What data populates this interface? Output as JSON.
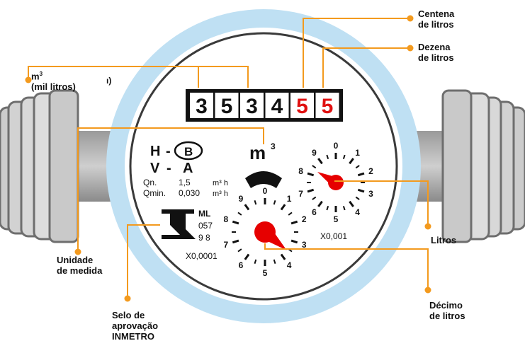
{
  "odometer": {
    "digits": [
      "3",
      "5",
      "3",
      "4",
      "5",
      "5"
    ],
    "black_digit_color": "#111111",
    "red_digit_color": "#e01010"
  },
  "labels": {
    "centena": [
      "Centena",
      "de litros"
    ],
    "dezena": [
      "Dezena",
      "de litros"
    ],
    "mil": [
      "m",
      "(mil litros)"
    ],
    "unidade": [
      "Unidade",
      "de medida"
    ],
    "selo": [
      "Selo de",
      "aprovação",
      "INMETRO"
    ],
    "litros": [
      "Litros"
    ],
    "decimo": [
      "Décimo",
      "de litros"
    ]
  },
  "face": {
    "class_h": "H",
    "class_b": "B",
    "class_v": "V",
    "class_a": "A",
    "qn_label": "Qn.",
    "qn_value": "1,5",
    "qmin_label": "Qmin.",
    "qmin_value": "0,030",
    "flow_unit": "m³ h",
    "unit": "m",
    "unit_sup": "3",
    "seal_text_1": "ML",
    "seal_text_2": "057",
    "seal_text_3": "9 8"
  },
  "dials": {
    "small": {
      "multiplier": "X0,001",
      "numbers": [
        "0",
        "1",
        "2",
        "3",
        "4",
        "5",
        "6",
        "7",
        "8",
        "9"
      ]
    },
    "large": {
      "multiplier": "X0,0001",
      "numbers": [
        "0",
        "1",
        "2",
        "3",
        "4",
        "5",
        "6",
        "7",
        "8",
        "9"
      ]
    }
  },
  "colors": {
    "ring": "#bfe0f3",
    "callout_line": "#f39a1e",
    "pointer": "#e60000"
  }
}
